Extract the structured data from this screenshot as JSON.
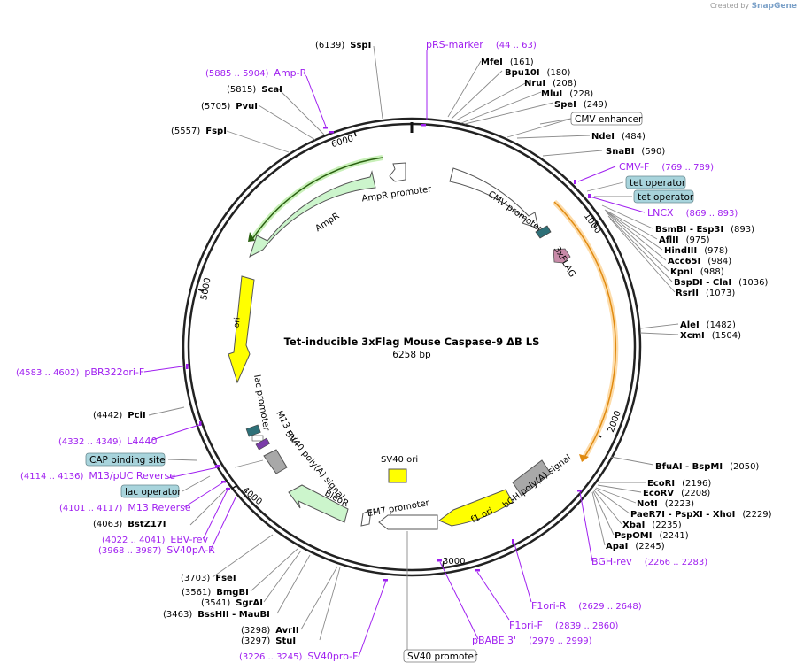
{
  "attribution": {
    "prefix": "Created by",
    "brand": "SnapGene"
  },
  "plasmid": {
    "name": "Tet-inducible 3xFlag Mouse Caspase-9 ΔB LS",
    "size": "6258 bp"
  },
  "ticks": [
    "1000",
    "2000",
    "3000",
    "4000",
    "5000",
    "6000"
  ],
  "sites": [
    {
      "pos": "(6139)",
      "name": "SspI"
    },
    {
      "pos": "(5815)",
      "name": "ScaI"
    },
    {
      "pos": "(5705)",
      "name": "PvuI"
    },
    {
      "pos": "(5557)",
      "name": "FspI"
    },
    {
      "pos": "(161)",
      "name": "MfeI"
    },
    {
      "pos": "(180)",
      "name": "Bpu10I"
    },
    {
      "pos": "(208)",
      "name": "NruI"
    },
    {
      "pos": "(228)",
      "name": "MluI"
    },
    {
      "pos": "(249)",
      "name": "SpeI"
    },
    {
      "pos": "(484)",
      "name": "NdeI"
    },
    {
      "pos": "(590)",
      "name": "SnaBI"
    },
    {
      "pos": "(893)",
      "name": "BsmBI - Esp3I"
    },
    {
      "pos": "(975)",
      "name": "AflII"
    },
    {
      "pos": "(978)",
      "name": "HindIII"
    },
    {
      "pos": "(984)",
      "name": "Acc65I"
    },
    {
      "pos": "(988)",
      "name": "KpnI"
    },
    {
      "pos": "(1036)",
      "name": "BspDI - ClaI"
    },
    {
      "pos": "(1073)",
      "name": "RsrII"
    },
    {
      "pos": "(1482)",
      "name": "AleI"
    },
    {
      "pos": "(1504)",
      "name": "XcmI"
    },
    {
      "pos": "(2050)",
      "name": "BfuAI - BspMI"
    },
    {
      "pos": "(2196)",
      "name": "EcoRI"
    },
    {
      "pos": "(2208)",
      "name": "EcoRV"
    },
    {
      "pos": "(2223)",
      "name": "NotI"
    },
    {
      "pos": "(2229)",
      "name": "PaeR7I - PspXI - XhoI"
    },
    {
      "pos": "(2235)",
      "name": "XbaI"
    },
    {
      "pos": "(2241)",
      "name": "PspOMI"
    },
    {
      "pos": "(2245)",
      "name": "ApaI"
    },
    {
      "pos": "(4442)",
      "name": "PciI"
    },
    {
      "pos": "(4063)",
      "name": "BstZ17I"
    },
    {
      "pos": "(3703)",
      "name": "FseI"
    },
    {
      "pos": "(3561)",
      "name": "BmgBI"
    },
    {
      "pos": "(3541)",
      "name": "SgrAI"
    },
    {
      "pos": "(3463)",
      "name": "BssHII - MauBI"
    },
    {
      "pos": "(3298)",
      "name": "AvrII"
    },
    {
      "pos": "(3297)",
      "name": "StuI"
    }
  ],
  "primers": [
    {
      "range": "(44 .. 63)",
      "name": "pRS-marker"
    },
    {
      "range": "(5885 .. 5904)",
      "name": "Amp-R"
    },
    {
      "range": "(769 .. 789)",
      "name": "CMV-F"
    },
    {
      "range": "(869 .. 893)",
      "name": "LNCX"
    },
    {
      "range": "(4583 .. 4602)",
      "name": "pBR322ori-F"
    },
    {
      "range": "(4332 .. 4349)",
      "name": "L4440"
    },
    {
      "range": "(4114 .. 4136)",
      "name": "M13/pUC Reverse"
    },
    {
      "range": "(4101 .. 4117)",
      "name": "M13 Reverse"
    },
    {
      "range": "(4022 .. 4041)",
      "name": "EBV-rev"
    },
    {
      "range": "(3968 .. 3987)",
      "name": "SV40pA-R"
    },
    {
      "range": "(2266 .. 2283)",
      "name": "BGH-rev"
    },
    {
      "range": "(2629 .. 2648)",
      "name": "F1ori-R"
    },
    {
      "range": "(2839 .. 2860)",
      "name": "F1ori-F"
    },
    {
      "range": "(2979 .. 2999)",
      "name": "pBABE 3'"
    },
    {
      "range": "(3226 .. 3245)",
      "name": "SV40pro-F"
    }
  ],
  "boxed": [
    "CMV enhancer",
    "tet operator",
    "tet operator",
    "CAP binding site",
    "lac operator",
    "SV40 promoter"
  ],
  "features": [
    "AmpR promoter",
    "AmpR",
    "CMV promoter",
    "3xFLAG",
    "ori",
    "lac promoter",
    "M13 rev",
    "SV40 poly(A) signal",
    "BleoR",
    "EM7 promoter",
    "SV40 ori",
    "f1 ori",
    "bGH poly(A) signal"
  ],
  "colors": {
    "primer": "#a020f0",
    "feature_box": "#a8d4dc",
    "ampr": "#ccf5cc",
    "ori": "#ffff00",
    "grey": "#a8a8a8",
    "teal": "#2e7078",
    "flag": "#c88aa8"
  }
}
